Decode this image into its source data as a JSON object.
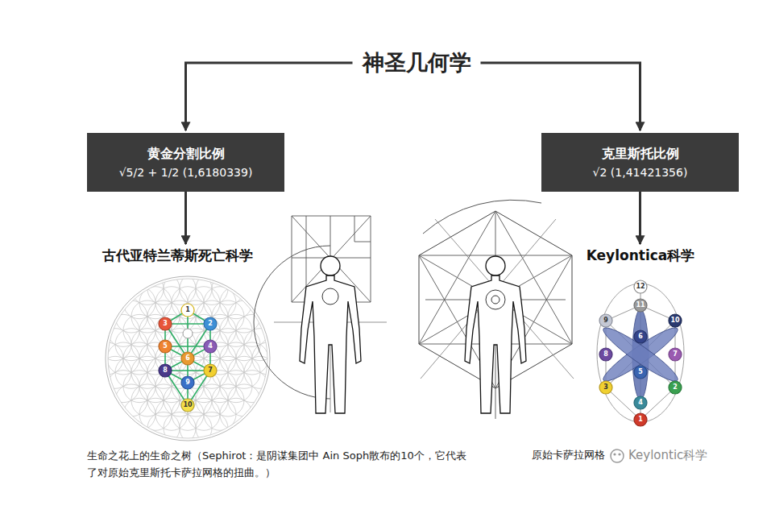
{
  "diagram": {
    "nodes": [
      {
        "text": [
          "神圣几何学"
        ]
      },
      {
        "text": [
          "黄金分割比例",
          "√5/2 + 1/2 (1,6180339)"
        ]
      },
      {
        "text": [
          "克里斯托比例",
          "√2 (1,41421356)"
        ]
      },
      {
        "text": [
          "古代亚特兰蒂斯死亡科学"
        ]
      },
      {
        "text": [
          "Keylontica科学"
        ]
      }
    ],
    "edges": [
      {
        "from": 0,
        "to": 1,
        "arrow": "to"
      },
      {
        "from": 0,
        "to": 2,
        "arrow": "to"
      },
      {
        "from": 1,
        "to": 3,
        "arrow": "to"
      },
      {
        "from": 2,
        "to": 4,
        "arrow": "to"
      }
    ],
    "labels": [
      "生命之花上的生命之树（Sephirot：是阴谋集团中 Ain Soph散布的10个，它代表了对原始克里斯托卡萨拉网格的扭曲。）",
      "1",
      "3",
      "2",
      "5",
      "4",
      "6",
      "8",
      "7",
      "9",
      "10",
      "12",
      "11",
      "9",
      "10",
      "8",
      "7",
      "6",
      "5",
      "4",
      "3",
      "2",
      "1",
      "原始卡萨拉网格",
      "Keylontic科学"
    ]
  }
}
